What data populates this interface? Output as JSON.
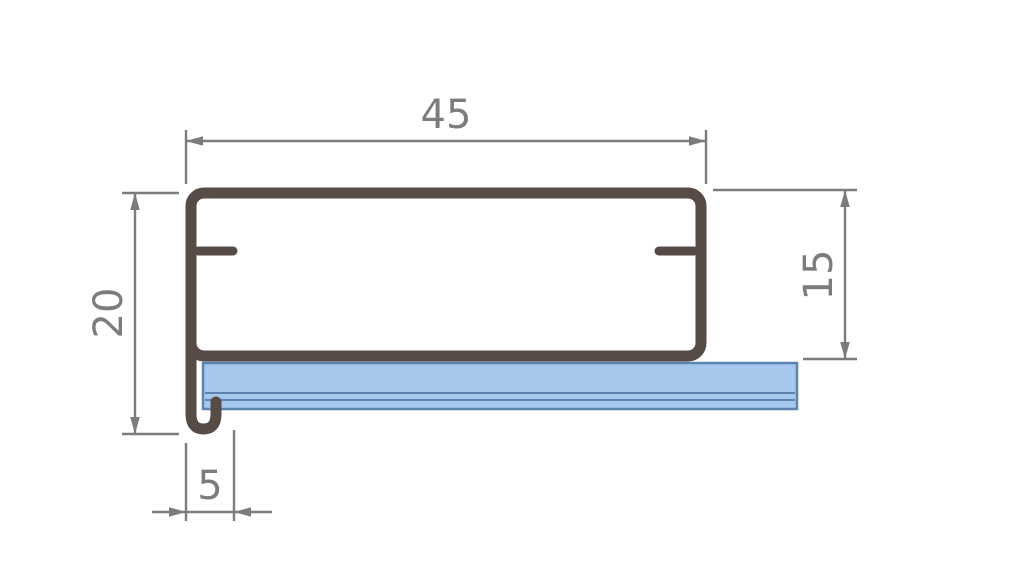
{
  "drawing": {
    "subject": "extruded-profile-cross-section-with-glazing-panel",
    "dimensions": {
      "top_width": {
        "label": "45",
        "orientation": "horizontal",
        "position": "top"
      },
      "left_overall_height": {
        "label": "20",
        "orientation": "vertical",
        "position": "left"
      },
      "right_body_height": {
        "label": "15",
        "orientation": "vertical",
        "position": "right"
      },
      "bottom_lip_width": {
        "label": "5",
        "orientation": "horizontal",
        "position": "bottom-left"
      }
    },
    "colors": {
      "profile_stroke": "#564b45",
      "panel_fill": "#a5c8ec",
      "panel_stroke": "#5d83b0",
      "dimension": "#7c7c7c",
      "background": "#ffffff"
    }
  }
}
